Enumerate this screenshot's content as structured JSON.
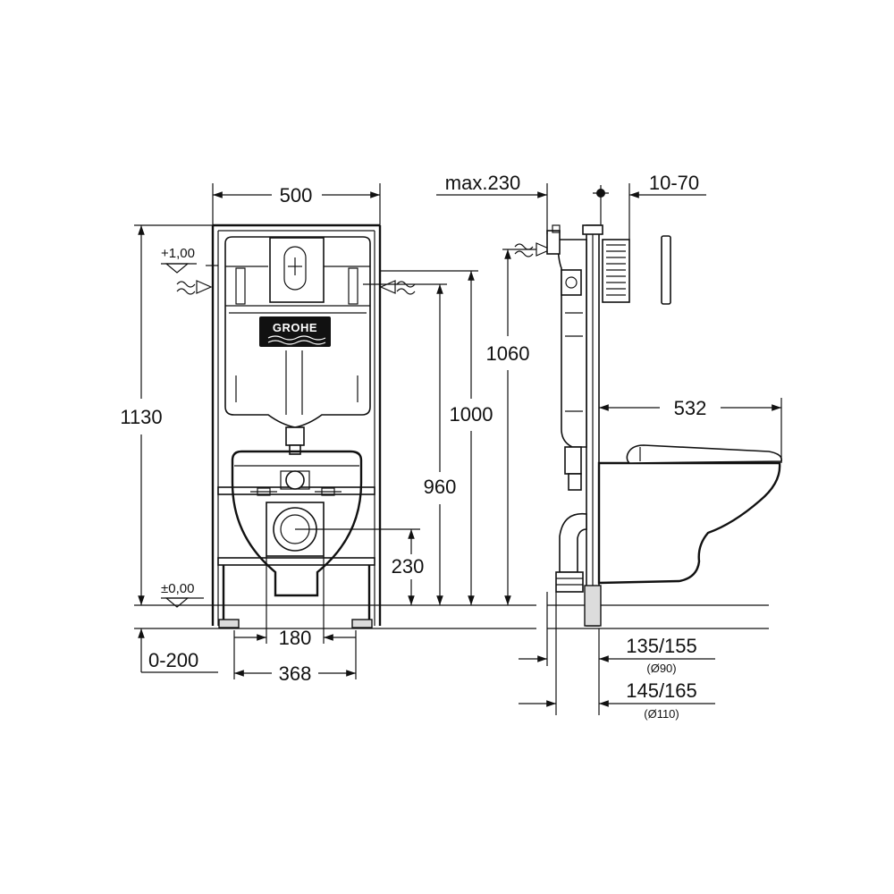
{
  "brand": "GROHE",
  "front_view": {
    "width": "500",
    "height_total": "1130",
    "level_top": "+1,00",
    "level_floor": "±0,00",
    "inlet_height": "1000",
    "outlet_height_960": "960",
    "outlet_center": "230",
    "bolt_spacing": "180",
    "bolt_outer": "368",
    "leg_adjust": "0-200"
  },
  "side_view": {
    "max_offset": "max.230",
    "wall_range": "10-70",
    "inlet_height": "1060",
    "bowl_depth": "532",
    "drain_90": "135/155",
    "drain_90_dia": "(Ø90)",
    "drain_110": "145/165",
    "drain_110_dia": "(Ø110)"
  },
  "colors": {
    "ink": "#111111",
    "background": "#ffffff"
  }
}
